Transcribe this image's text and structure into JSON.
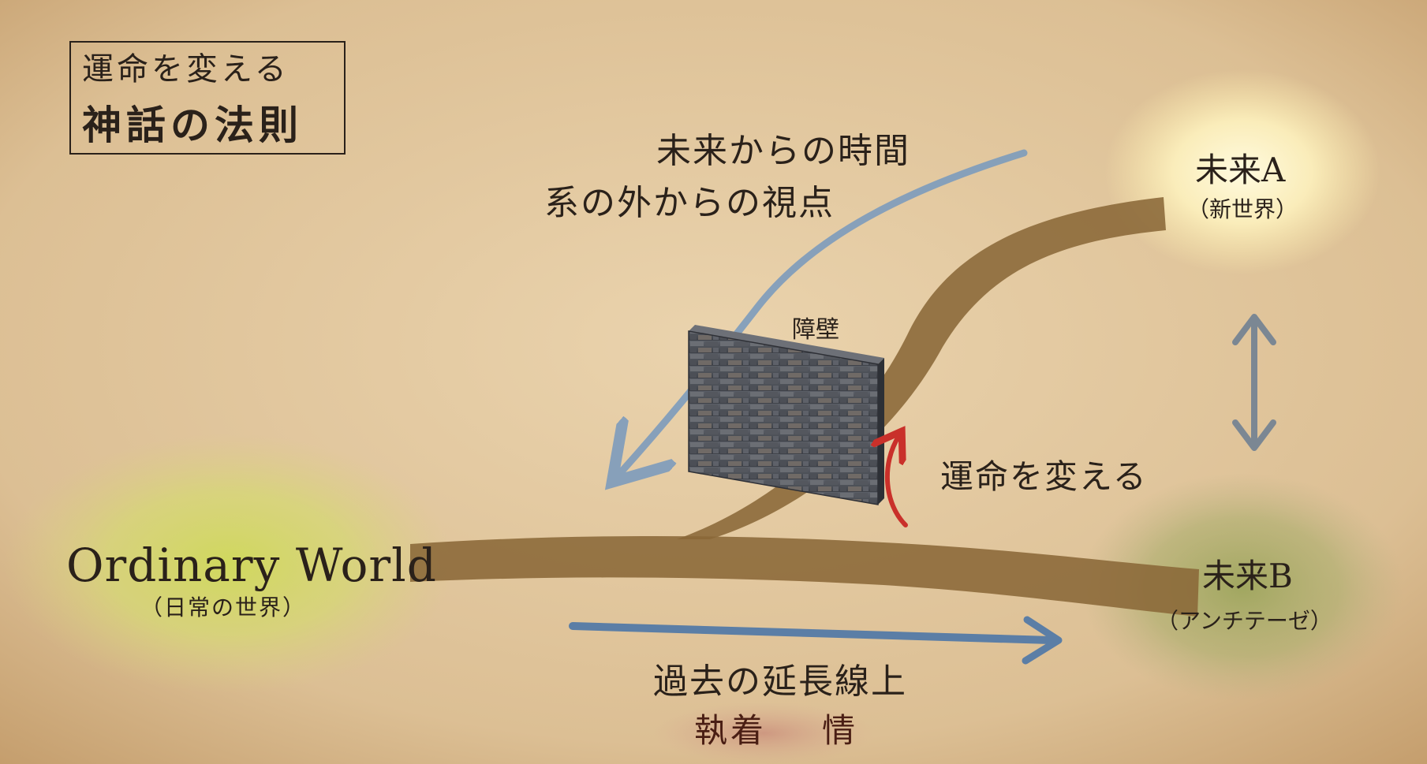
{
  "title": {
    "line1": "運命を変える",
    "line2": "神話の法則"
  },
  "labels": {
    "future_time": "未来からの時間",
    "outside_view": "系の外からの視点",
    "barrier": "障壁",
    "change_fate": "運命を変える",
    "past_extension": "過去の延長線上",
    "emotion_1": "執着",
    "emotion_2": "情"
  },
  "nodes": {
    "ordinary_world": {
      "title": "Ordinary World",
      "subtitle": "（日常の世界）"
    },
    "future_a": {
      "title": "未来A",
      "subtitle": "（新世界）"
    },
    "future_b": {
      "title": "未来B",
      "subtitle": "（アンチテーゼ）"
    }
  },
  "colors": {
    "parchment": "#e3c9a3",
    "path_brown": "#8a6838",
    "blue_arrow": "#7d9cbd",
    "red_arrow": "#c9302a",
    "gray_arrow": "#7b8793",
    "ordinary_glow": "#cfd95a",
    "future_a_glow": "#fff7c4",
    "future_b_glow": "#9aa45a",
    "wall": "#4e5158"
  },
  "icons": {
    "barrier": "stone-wall-icon",
    "change_fate": "curved-red-arrow-icon",
    "between_futures": "double-headed-arrow-icon",
    "future_time": "curved-blue-arrow-icon",
    "past_extension": "right-arrow-icon"
  }
}
